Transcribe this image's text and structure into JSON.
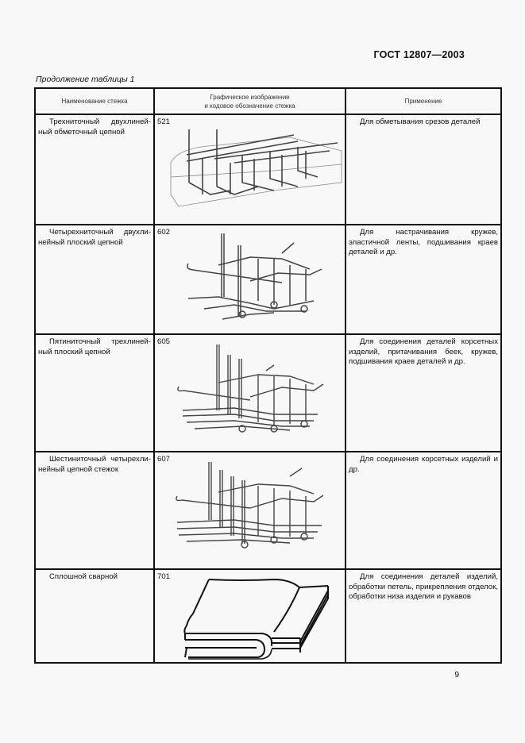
{
  "header": {
    "standard_code": "ГОСТ 12807—2003",
    "continuation_label": "Продолжение таблицы 1"
  },
  "table": {
    "columns": [
      "Наименование стежка",
      "Графическое изображение\nи кодовое обозначение стежка",
      "Применение"
    ],
    "rows": [
      {
        "name": "Трехниточный двухлиней­ный обметочный цепной",
        "code": "521",
        "drawing": "overedge-chain-stitch-521",
        "use": "Для обметывания срезов деталей"
      },
      {
        "name": "Четырехниточный двухли­нейный плоский цепной",
        "code": "602",
        "drawing": "flat-chain-stitch-602",
        "use": "Для настрачивания кружев, эластичной ленты, подшива­ния краев деталей и др."
      },
      {
        "name": "Пятиниточный трехлиней­ный плоский цепной",
        "code": "605",
        "drawing": "flat-chain-stitch-605",
        "use": "Для соединения деталей корсетных изделий, притачи­вания беек, кружев, подшива­ния краев деталей и др."
      },
      {
        "name": "Шестиниточный четырехли­нейный цепной стежок",
        "code": "607",
        "drawing": "chain-stitch-607",
        "use": "Для соединения корсетных изделий и др."
      },
      {
        "name": "Сплошной сварной",
        "code": "701",
        "drawing": "continuous-weld-seam-701",
        "use": "Для соединения деталей изделий, обработки петель, прикрепления отделок, обра­ботки низа изделия и рукавов"
      }
    ]
  },
  "footer": {
    "page_number": "9"
  }
}
